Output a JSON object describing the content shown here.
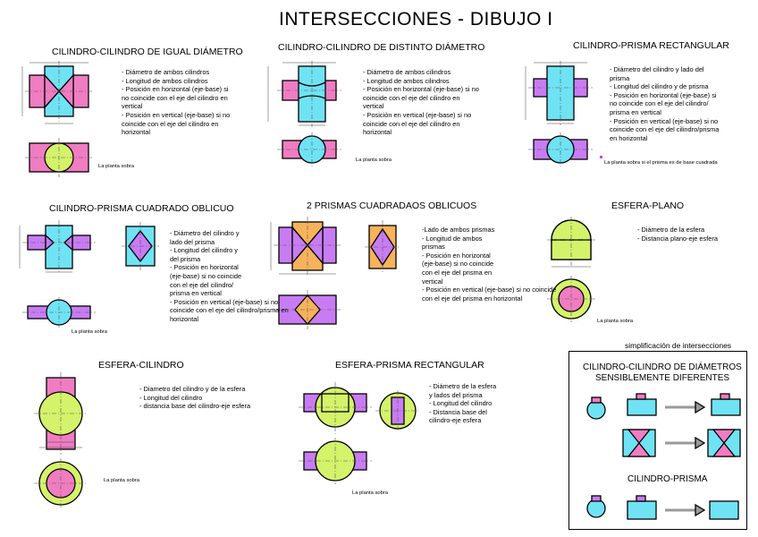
{
  "title": "INTERSECCIONES - DIBUJO I",
  "colors": {
    "pink": "#f07cc2",
    "cyan": "#6fe3f3",
    "purple": "#c87cf2",
    "lime": "#d4f26a",
    "orange": "#f7b25c",
    "gray": "#9a9a9a"
  },
  "sections": {
    "cc_igual": {
      "heading": "CILINDRO-CILINDRO DE IGUAL DIÁMETRO",
      "bullets": [
        "- Diámetro de ambos cilindros",
        "- Longitud de ambos cilindros",
        "- Posición en horizontal (eje-base) si",
        "no coincide con el eje del cilindro en",
        "vertical",
        "- Posición en vertical (eje-base) si no",
        "coincide con el eje del cilindro en",
        "horizontal"
      ],
      "note": "La planta sobra"
    },
    "cc_distinto": {
      "heading": "CILINDRO-CILINDRO DE DISTINTO DIÁMETRO",
      "bullets": [
        "- Diámetro de ambos cilindros",
        "- Longitud de ambos cilindros",
        "- Posición en horizontal (eje-base) si no",
        "coincide con el eje del cilindro en",
        "vertical",
        "- Posición en vertical (eje-base) si no",
        "coincide con el eje del cilindro en",
        "horizontal"
      ],
      "note": "La planta sobra"
    },
    "cp_rect": {
      "heading": "CILINDRO-PRISMA RECTANGULAR",
      "bullets": [
        "- Diámetro del cilindro y lado del",
        "prisma",
        "- Longitud del cilindro y de prisma",
        "- Posición en horizontal (eje-base) si",
        "no coincide con el eje del cilindro/",
        "prisma en vertical",
        "- Posición en vertical (eje-base) si no",
        "coincide con el eje del cilindro/prisma",
        "en horizontal"
      ],
      "note": "La planta sobra si el prisma es de base cuadrada"
    },
    "cp_oblicuo": {
      "heading": "CILINDRO-PRISMA CUADRADO OBLICUO",
      "bullets": [
        "- Diámetro del cilindro y",
        "lado del prisma",
        "- Longitud del cilindro y",
        "del prisma",
        "- Posición en horizontal",
        "(eje-base) si no coincide",
        "con el eje del cilindro/",
        "prisma en vertical",
        "- Posición en vertical (eje-base) si no",
        "coincide con el eje del cilindro/prisma en",
        "horizontal"
      ],
      "note": "La planta sobra"
    },
    "pp_oblicuos": {
      "heading": "2 PRISMAS CUADRADAOS OBLICUOS",
      "bullets": [
        "-Lado de ambos prismas",
        "- Longitud de ambos",
        "prismas",
        "- Posición en horizontal",
        "(eje-base) si no coincide",
        "con el eje del prisma en",
        "vertical",
        "- Posición en vertical (eje-base) si no coincide",
        "con el eje del prisma en horizontal"
      ]
    },
    "esfera_plano": {
      "heading": "ESFERA-PLANO",
      "bullets": [
        "- Diámetro de la esfera",
        "- Distancia plano-eje esfera"
      ],
      "note": "La planta sobra"
    },
    "esfera_cil": {
      "heading": "ESFERA-CILINDRO",
      "bullets": [
        "- Diametro del cilindro y de la esfera",
        "- Longitud del cilindro",
        "- distancia base del cilindro-eje esfera"
      ],
      "note": "La planta sobra"
    },
    "esfera_prisma": {
      "heading": "ESFERA-PRISMA RECTANGULAR",
      "bullets": [
        "- Diámetro de la esfera",
        "y lados del prisma",
        "- Longitud del cilindro",
        "- Distancia base del",
        "cilindro-eje esfera"
      ],
      "note": "La planta sobra"
    },
    "simplif": {
      "caption": "simplificación de intersecciones",
      "heading1": "CILINDRO-CILINDRO DE DIÁMETROS",
      "heading2": "SENSIBLEMENTE DIFERENTES",
      "heading3": "CILINDRO-PRISMA"
    }
  }
}
